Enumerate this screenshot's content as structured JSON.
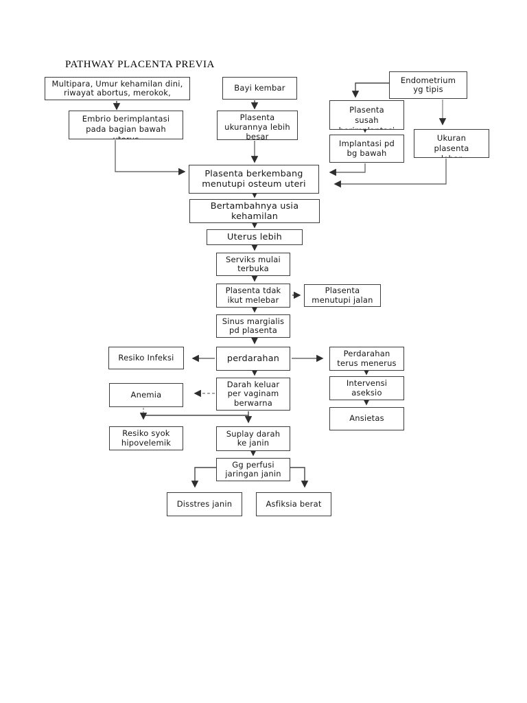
{
  "title": "PATHWAY PLACENTA PREVIA",
  "nodes": [
    {
      "id": "multipara-riwayat",
      "text": "Multipara, Umur kehamilan dini,\nriwayat abortus, merokok,"
    },
    {
      "id": "bayi-kembar",
      "text": "Bayi kembar"
    },
    {
      "id": "endometrium-tipis",
      "text": "Endometrium\nyg tipis"
    },
    {
      "id": "embrio-implantasi",
      "text": "Embrio berimplantasi\npada bagian bawah\nuterus"
    },
    {
      "id": "plasenta-ukuran-besar",
      "text": "Plasenta\nukurannya lebih\nbesar"
    },
    {
      "id": "plasenta-susah",
      "text": "Plasenta\nsusah\nberimplantasi"
    },
    {
      "id": "implantasi-bawah",
      "text": "Implantasi pd\nbg bawah"
    },
    {
      "id": "ukuran-plasenta-lebar",
      "text": "Ukuran\nplasenta\nlebar"
    },
    {
      "id": "plasenta-berkembang",
      "text": "Plasenta berkembang\nmenutupi osteum uteri"
    },
    {
      "id": "bertambah-usia",
      "text": "Bertambahnya usia\nkehamilan"
    },
    {
      "id": "uterus-lebih",
      "text": "Uterus lebih"
    },
    {
      "id": "serviks-terbuka",
      "text": "Serviks mulai\nterbuka"
    },
    {
      "id": "plasenta-tdak-melebar",
      "text": "Plasenta tdak\nikut melebar"
    },
    {
      "id": "plasenta-menutupi-jalan",
      "text": "Plasenta\nmenutupi jalan"
    },
    {
      "id": "sinus-margialis",
      "text": "Sinus margialis\npd plasenta"
    },
    {
      "id": "perdarahan",
      "text": "perdarahan"
    },
    {
      "id": "resiko-infeksi",
      "text": "Resiko Infeksi"
    },
    {
      "id": "perdarahan-terus",
      "text": "Perdarahan\nterus menerus"
    },
    {
      "id": "darah-keluar",
      "text": "Darah keluar\nper vaginam\nberwarna"
    },
    {
      "id": "anemia",
      "text": "Anemia"
    },
    {
      "id": "intervensi-aseksio",
      "text": "Intervensi\naseksio"
    },
    {
      "id": "ansietas",
      "text": "Ansietas"
    },
    {
      "id": "resiko-syok",
      "text": "Resiko syok\nhipovelemik"
    },
    {
      "id": "suplay-darah",
      "text": "Suplay darah\nke janin"
    },
    {
      "id": "gg-perfusi",
      "text": "Gg perfusi\njaringan janin"
    },
    {
      "id": "disstres-janin",
      "text": "Disstres janin"
    },
    {
      "id": "asfiksia-berat",
      "text": "Asfiksia berat"
    }
  ],
  "edges": [
    {
      "from": "multipara-riwayat",
      "to": "embrio-implantasi",
      "style": "solid"
    },
    {
      "from": "bayi-kembar",
      "to": "plasenta-ukuran-besar",
      "style": "solid"
    },
    {
      "from": "endometrium-tipis",
      "to": "plasenta-susah",
      "style": "solid"
    },
    {
      "from": "endometrium-tipis",
      "to": "ukuran-plasenta-lebar",
      "style": "solid"
    },
    {
      "from": "plasenta-susah",
      "to": "implantasi-bawah",
      "style": "solid"
    },
    {
      "from": "embrio-implantasi",
      "to": "plasenta-berkembang",
      "style": "solid"
    },
    {
      "from": "plasenta-ukuran-besar",
      "to": "plasenta-berkembang",
      "style": "solid"
    },
    {
      "from": "implantasi-bawah",
      "to": "plasenta-berkembang",
      "style": "solid"
    },
    {
      "from": "ukuran-plasenta-lebar",
      "to": "plasenta-berkembang",
      "style": "solid"
    },
    {
      "from": "plasenta-berkembang",
      "to": "bertambah-usia",
      "style": "solid"
    },
    {
      "from": "bertambah-usia",
      "to": "uterus-lebih",
      "style": "solid"
    },
    {
      "from": "uterus-lebih",
      "to": "serviks-terbuka",
      "style": "solid"
    },
    {
      "from": "serviks-terbuka",
      "to": "plasenta-tdak-melebar",
      "style": "solid"
    },
    {
      "from": "plasenta-tdak-melebar",
      "to": "plasenta-menutupi-jalan",
      "style": "dashed"
    },
    {
      "from": "plasenta-tdak-melebar",
      "to": "sinus-margialis",
      "style": "solid"
    },
    {
      "from": "sinus-margialis",
      "to": "perdarahan",
      "style": "solid"
    },
    {
      "from": "perdarahan",
      "to": "resiko-infeksi",
      "style": "solid"
    },
    {
      "from": "perdarahan",
      "to": "perdarahan-terus",
      "style": "solid"
    },
    {
      "from": "perdarahan",
      "to": "darah-keluar",
      "style": "solid"
    },
    {
      "from": "perdarahan-terus",
      "to": "intervensi-aseksio",
      "style": "solid"
    },
    {
      "from": "intervensi-aseksio",
      "to": "ansietas",
      "style": "solid"
    },
    {
      "from": "darah-keluar",
      "to": "anemia",
      "style": "dashed"
    },
    {
      "from": "darah-keluar",
      "to": "resiko-syok",
      "style": "solid"
    },
    {
      "from": "darah-keluar",
      "to": "suplay-darah",
      "style": "solid"
    },
    {
      "from": "anemia",
      "to": "resiko-syok",
      "style": "dashed"
    },
    {
      "from": "suplay-darah",
      "to": "gg-perfusi",
      "style": "solid"
    },
    {
      "from": "gg-perfusi",
      "to": "disstres-janin",
      "style": "solid"
    },
    {
      "from": "gg-perfusi",
      "to": "asfiksia-berat",
      "style": "solid"
    }
  ],
  "colors": {
    "line": "#454545",
    "line_light": "#6b6b6b",
    "border": "#3a3a3a",
    "text": "#151515"
  }
}
